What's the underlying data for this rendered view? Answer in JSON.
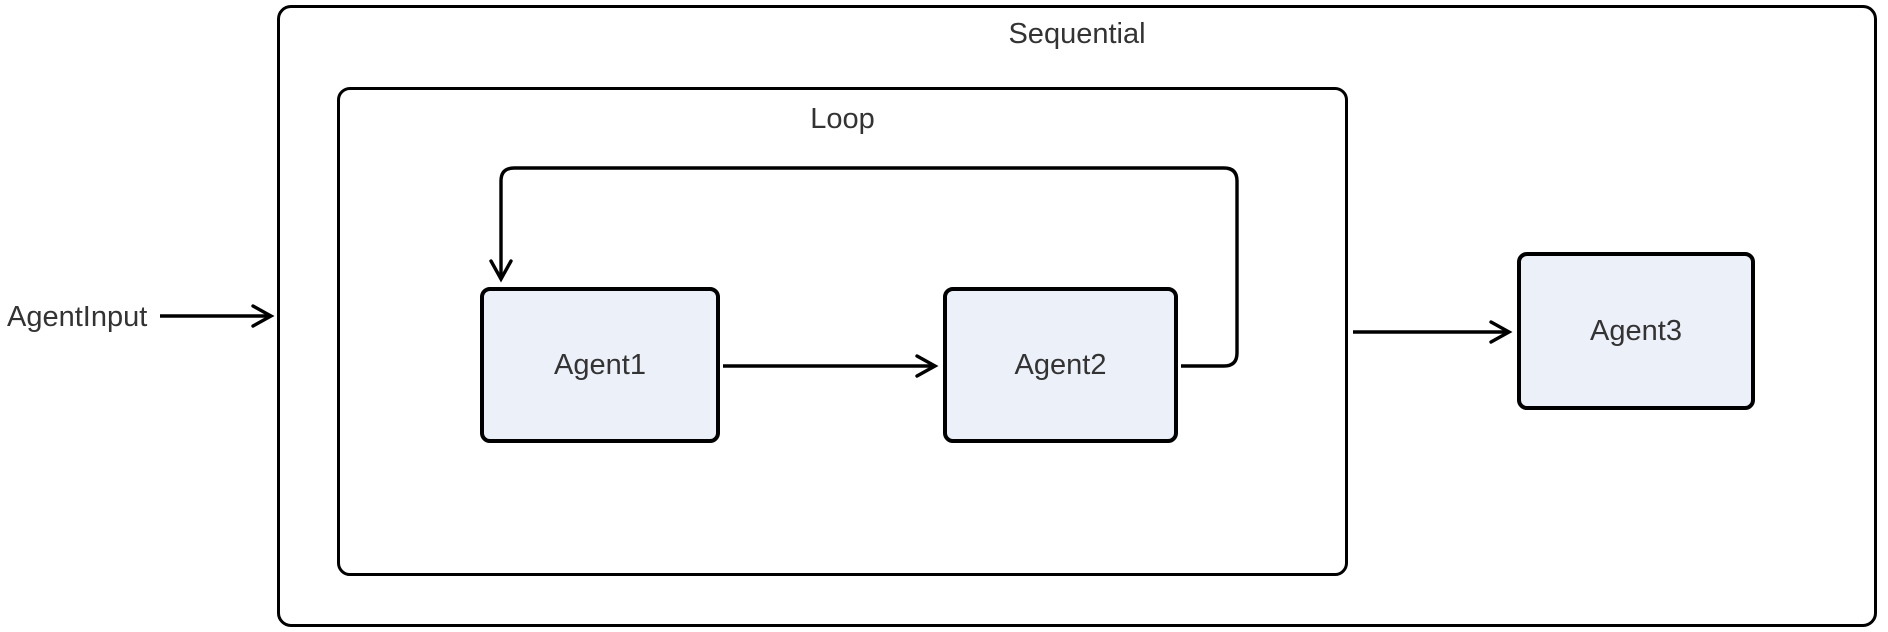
{
  "diagram": {
    "type": "flowchart",
    "input_label": "AgentInput",
    "containers": [
      {
        "id": "sequential",
        "label": "Sequential"
      },
      {
        "id": "loop",
        "label": "Loop"
      }
    ],
    "nodes": [
      {
        "id": "agent1",
        "label": "Agent1"
      },
      {
        "id": "agent2",
        "label": "Agent2"
      },
      {
        "id": "agent3",
        "label": "Agent3"
      }
    ],
    "edges": [
      {
        "from": "AgentInput",
        "to": "Sequential",
        "style": "straight-arrow"
      },
      {
        "from": "Agent1",
        "to": "Agent2",
        "style": "straight-arrow"
      },
      {
        "from": "Agent2",
        "to": "Agent1",
        "style": "loop-back-arrow"
      },
      {
        "from": "Loop",
        "to": "Agent3",
        "style": "straight-arrow"
      }
    ],
    "colors": {
      "node_fill": "#ECF0F9",
      "stroke": "#000000",
      "text": "#333333",
      "background": "#FFFFFF"
    }
  }
}
